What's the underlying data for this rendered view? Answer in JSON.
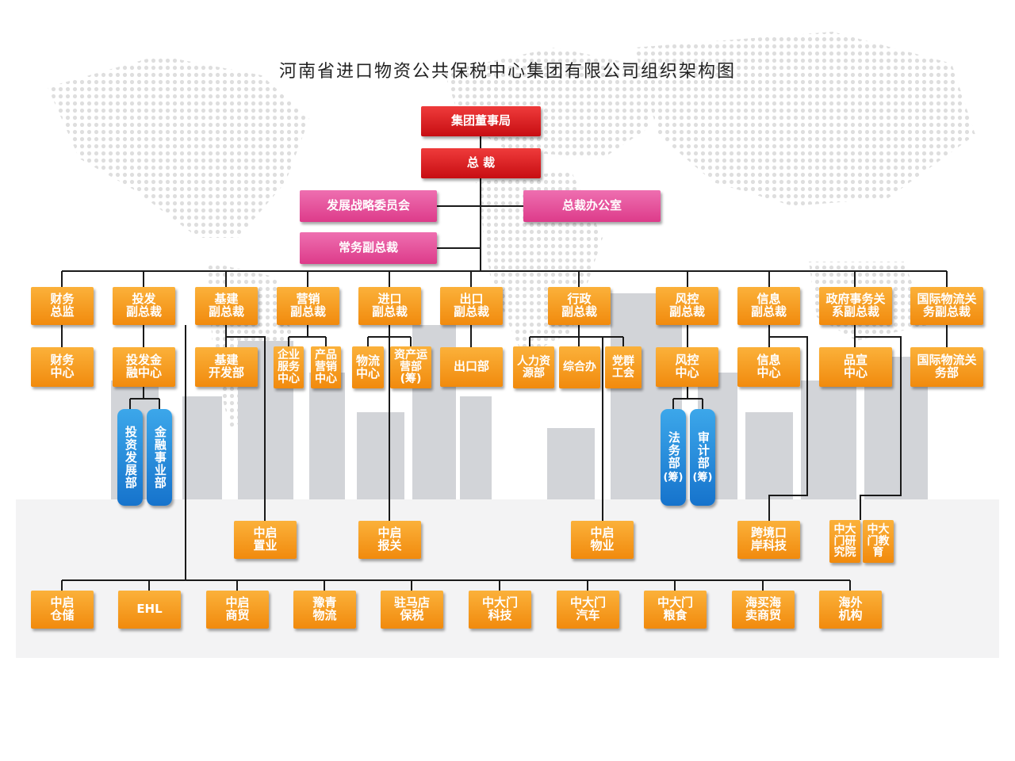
{
  "title": "河南省进口物资公共保税中心集团有限公司组织架构图",
  "board": "集团董事局",
  "president": "总 裁",
  "strategy_committee": "发展战略委员会",
  "president_office": "总裁办公室",
  "executive_vp": "常务副总裁",
  "vps": {
    "finance": "财务\n总监",
    "investment": "投发\n副总裁",
    "construction": "基建\n副总裁",
    "marketing": "营销\n副总裁",
    "import": "进口\n副总裁",
    "export": "出口\n副总裁",
    "admin": "行政\n副总裁",
    "risk": "风控\n副总裁",
    "info": "信息\n副总裁",
    "gov": "政府事务关\n系副总裁",
    "intl": "国际物流关\n务副总裁"
  },
  "depts": {
    "finance_center": "财务\n中心",
    "invest_fin_center": "投发金\n融中心",
    "construction_dev": "基建\n开发部",
    "enterprise_service": "企业\n服务\n中心",
    "product_marketing": "产品\n营销\n中心",
    "logistics_center": "物流\n中心",
    "asset_ops": "资产运\n营部\n(筹)",
    "export_dept": "出口部",
    "hr": "人力资\n源部",
    "general_office": "综合办",
    "party_union": "党群\n工会",
    "risk_center": "风控\n中心",
    "info_center": "信息\n中心",
    "brand_center": "品宣\n中心",
    "intl_logistics_dept": "国际物流关\n务部"
  },
  "subdepts": {
    "invest_dev": "投资发展部",
    "finance_biz": "金融事业部",
    "legal": "法务部",
    "legal_note": "(筹)",
    "audit": "审计部",
    "audit_note": "(筹)"
  },
  "subsidiaries_mid": {
    "zhongqi_property": "中启\n置业",
    "zhongqi_customs": "中启\n报关",
    "zhongqi_estate_mgmt": "中启\n物业",
    "crossborder_tech": "跨境口\n岸科技",
    "zdm_research": "中大\n门研\n究院",
    "zdm_education": "中大\n门教\n育"
  },
  "subsidiaries_bottom": [
    "中启\n仓储",
    "EHL",
    "中启\n商贸",
    "豫青\n物流",
    "驻马店\n保税",
    "中大门\n科技",
    "中大门\n汽车",
    "中大门\n粮食",
    "海买海\n卖商贸",
    "海外\n机构"
  ],
  "colors": {
    "top_level": "#d71a1f",
    "staff": "#e4509a",
    "unit": "#f39a1e",
    "sub_unit": "#1d7fd4",
    "lines": "#1a1a1a"
  }
}
